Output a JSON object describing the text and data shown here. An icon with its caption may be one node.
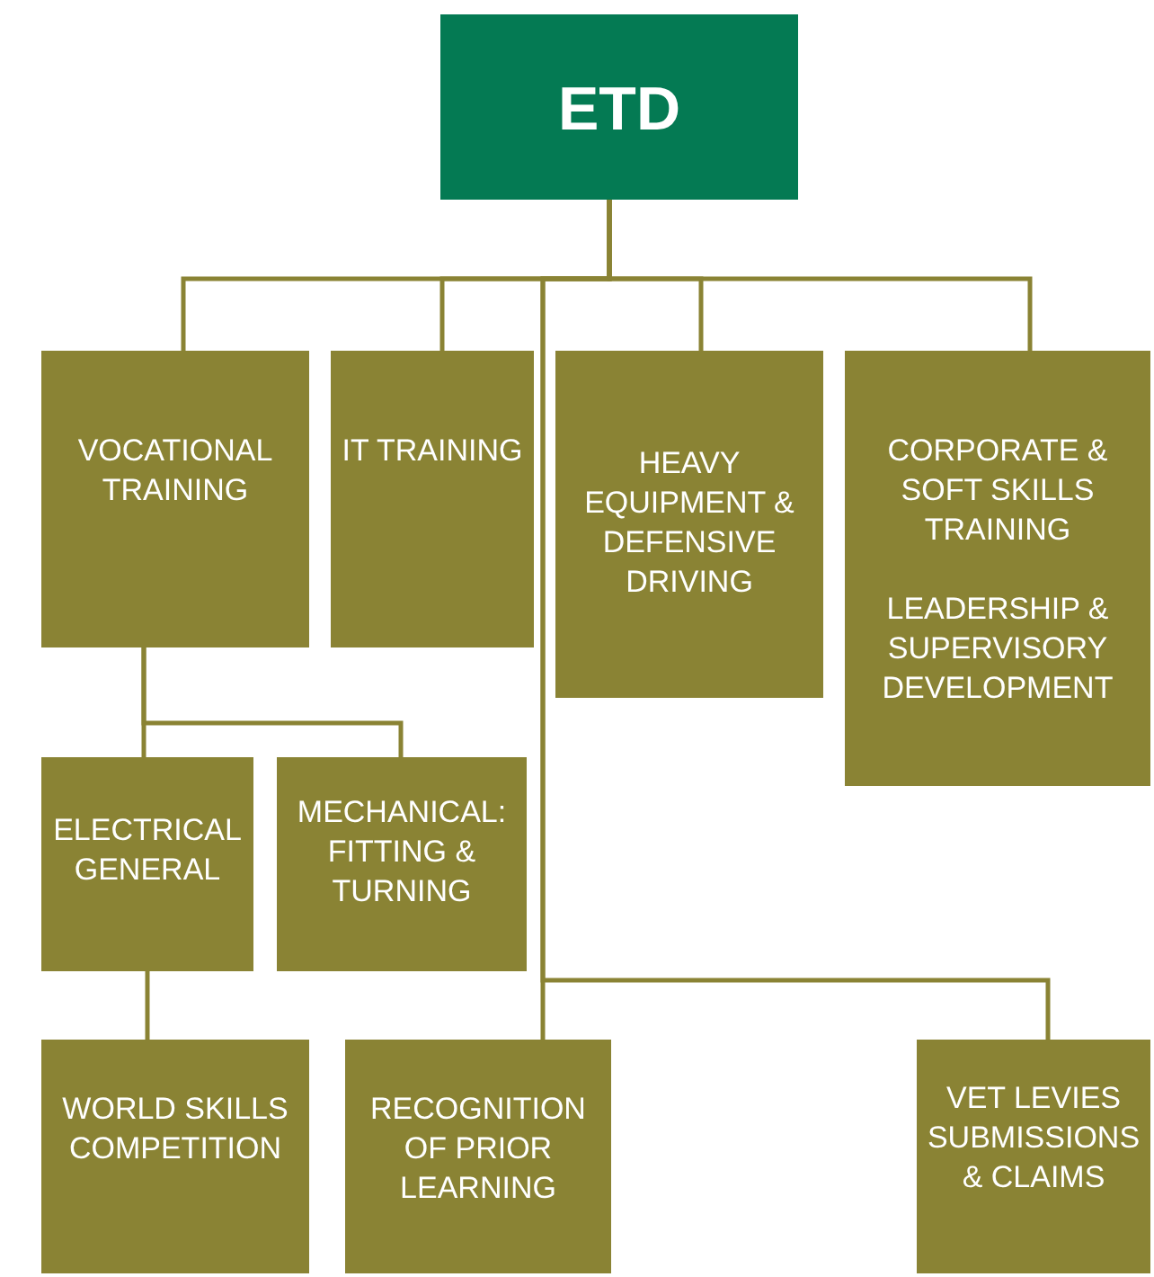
{
  "diagram": {
    "nodes": [
      {
        "text": [
          "ETD"
        ]
      },
      {
        "text": [
          "VOCATIONAL TRAINING"
        ]
      },
      {
        "text": [
          "IT TRAINING"
        ]
      },
      {
        "text": [
          "HEAVY EQUIPMENT & DEFENSIVE DRIVING"
        ]
      },
      {
        "text": [
          "CORPORATE & SOFT SKILLS TRAINING",
          "LEADERSHIP & SUPERVISORY DEVELOPMENT"
        ]
      },
      {
        "text": [
          "ELECTRICAL GENERAL"
        ]
      },
      {
        "text": [
          "MECHANICAL: FITTING & TURNING"
        ]
      },
      {
        "text": [
          "WORLD SKILLS COMPETITION"
        ]
      },
      {
        "text": [
          "RECOGNITION OF PRIOR LEARNING"
        ]
      },
      {
        "text": [
          "VET LEVIES SUBMISSIONS & CLAIMS"
        ]
      }
    ],
    "edges": [
      {
        "from": 0,
        "to": 1,
        "arrow": "none"
      },
      {
        "from": 0,
        "to": 2,
        "arrow": "none"
      },
      {
        "from": 0,
        "to": 3,
        "arrow": "none"
      },
      {
        "from": 0,
        "to": 4,
        "arrow": "none"
      },
      {
        "from": 0,
        "to": 8,
        "arrow": "none"
      },
      {
        "from": 0,
        "to": 9,
        "arrow": "none"
      },
      {
        "from": 1,
        "to": 5,
        "arrow": "none"
      },
      {
        "from": 1,
        "to": 6,
        "arrow": "none"
      },
      {
        "from": 5,
        "to": 7,
        "arrow": "none"
      }
    ]
  }
}
